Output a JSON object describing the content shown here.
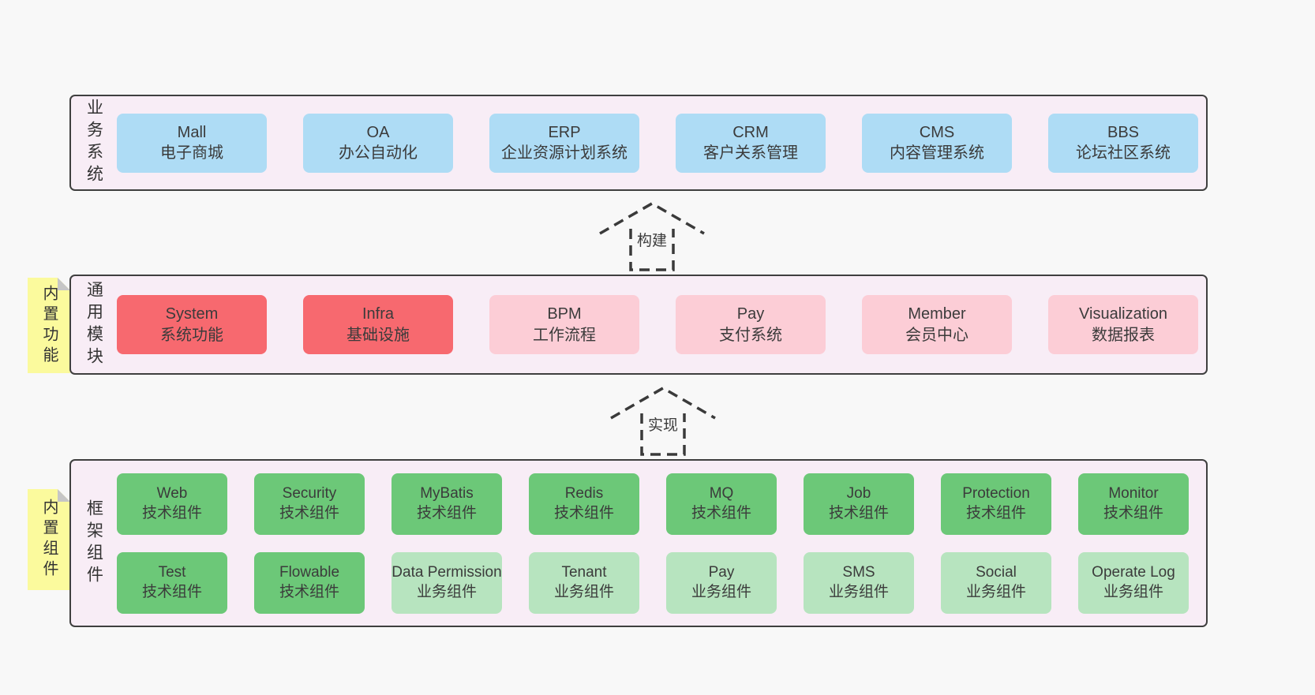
{
  "colors": {
    "page_bg": "#f8f8f8",
    "band_bg": "#f8edf6",
    "band_border": "#3f3f3f",
    "system_blue": "#aedcf5",
    "module_red": "#f7696f",
    "module_pink": "#fccdd6",
    "component_green_dark": "#6cc878",
    "component_green_light": "#b7e4bf",
    "sticky_yellow": "#fbfa9d",
    "text": "#3b3b3b"
  },
  "arrows": {
    "build": "构建",
    "implement": "实现"
  },
  "bands": {
    "business": {
      "label": "业务系统",
      "items": [
        {
          "name": "Mall",
          "desc": "电子商城"
        },
        {
          "name": "OA",
          "desc": "办公自动化"
        },
        {
          "name": "ERP",
          "desc": "企业资源计划系统"
        },
        {
          "name": "CRM",
          "desc": "客户关系管理"
        },
        {
          "name": "CMS",
          "desc": "内容管理系统"
        },
        {
          "name": "BBS",
          "desc": "论坛社区系统"
        }
      ]
    },
    "modules": {
      "label": "通用模块",
      "sticky": "内置功能",
      "items": [
        {
          "name": "System",
          "desc": "系统功能",
          "variant": "red"
        },
        {
          "name": "Infra",
          "desc": "基础设施",
          "variant": "red"
        },
        {
          "name": "BPM",
          "desc": "工作流程",
          "variant": "pink"
        },
        {
          "name": "Pay",
          "desc": "支付系统",
          "variant": "pink"
        },
        {
          "name": "Member",
          "desc": "会员中心",
          "variant": "pink"
        },
        {
          "name": "Visualization",
          "desc": "数据报表",
          "variant": "pink"
        }
      ]
    },
    "framework": {
      "label": "框架组件",
      "sticky": "内置组件",
      "row1": [
        {
          "name": "Web",
          "desc": "技术组件",
          "variant": "green-dark"
        },
        {
          "name": "Security",
          "desc": "技术组件",
          "variant": "green-dark"
        },
        {
          "name": "MyBatis",
          "desc": "技术组件",
          "variant": "green-dark"
        },
        {
          "name": "Redis",
          "desc": "技术组件",
          "variant": "green-dark"
        },
        {
          "name": "MQ",
          "desc": "技术组件",
          "variant": "green-dark"
        },
        {
          "name": "Job",
          "desc": "技术组件",
          "variant": "green-dark"
        },
        {
          "name": "Protection",
          "desc": "技术组件",
          "variant": "green-dark"
        },
        {
          "name": "Monitor",
          "desc": "技术组件",
          "variant": "green-dark"
        }
      ],
      "row2": [
        {
          "name": "Test",
          "desc": "技术组件",
          "variant": "green-dark"
        },
        {
          "name": "Flowable",
          "desc": "技术组件",
          "variant": "green-dark"
        },
        {
          "name": "Data Permission",
          "desc": "业务组件",
          "variant": "green-light"
        },
        {
          "name": "Tenant",
          "desc": "业务组件",
          "variant": "green-light"
        },
        {
          "name": "Pay",
          "desc": "业务组件",
          "variant": "green-light"
        },
        {
          "name": "SMS",
          "desc": "业务组件",
          "variant": "green-light"
        },
        {
          "name": "Social",
          "desc": "业务组件",
          "variant": "green-light"
        },
        {
          "name": "Operate Log",
          "desc": "业务组件",
          "variant": "green-light"
        }
      ]
    }
  }
}
